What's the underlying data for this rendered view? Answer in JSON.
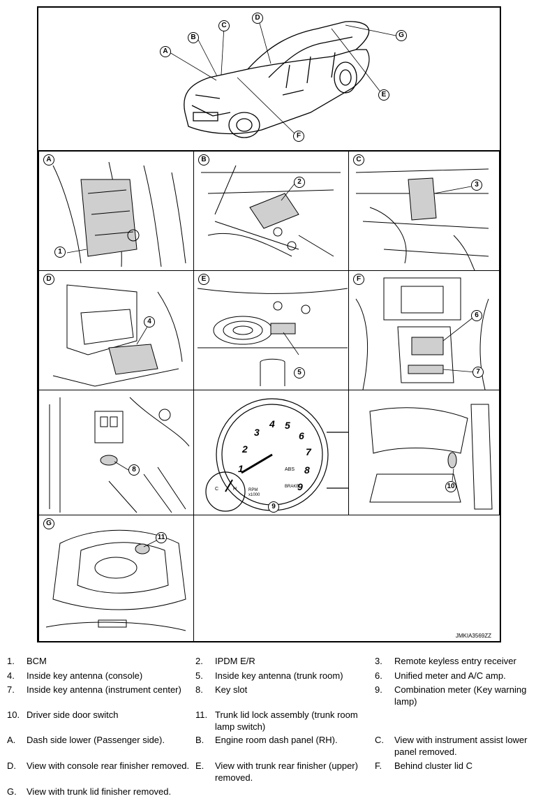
{
  "figure": {
    "code": "JMKIA3569ZZ",
    "car_callouts": [
      "A",
      "B",
      "C",
      "D",
      "E",
      "F",
      "G"
    ],
    "panels": [
      {
        "tag": "A",
        "callouts": [
          "1"
        ]
      },
      {
        "tag": "B",
        "callouts": [
          "2"
        ]
      },
      {
        "tag": "C",
        "callouts": [
          "3"
        ]
      },
      {
        "tag": "D",
        "callouts": [
          "4"
        ]
      },
      {
        "tag": "E",
        "callouts": [
          "5"
        ]
      },
      {
        "tag": "F",
        "callouts": [
          "6",
          "7"
        ]
      },
      {
        "tag": "",
        "callouts": [
          "8"
        ]
      },
      {
        "tag": "",
        "callouts": [
          "9"
        ]
      },
      {
        "tag": "",
        "callouts": [
          "10"
        ]
      },
      {
        "tag": "G",
        "callouts": [
          "11"
        ]
      }
    ],
    "meter_labels": {
      "numbers": [
        "1",
        "2",
        "3",
        "4",
        "5",
        "6",
        "7",
        "8",
        "9"
      ],
      "rpm": "RPM x1000",
      "abs": "ABS",
      "brake": "BRAKE",
      "temp_h": "H",
      "temp_c": "C"
    }
  },
  "legend": [
    {
      "num": "1.",
      "text": "BCM"
    },
    {
      "num": "2.",
      "text": "IPDM E/R"
    },
    {
      "num": "3.",
      "text": "Remote keyless entry receiver"
    },
    {
      "num": "4.",
      "text": "Inside key antenna (console)"
    },
    {
      "num": "5.",
      "text": "Inside key antenna (trunk room)"
    },
    {
      "num": "6.",
      "text": "Unified meter and A/C amp."
    },
    {
      "num": "7.",
      "text": "Inside key antenna (instrument center)"
    },
    {
      "num": "8.",
      "text": "Key slot"
    },
    {
      "num": "9.",
      "text": "Combination meter (Key warning lamp)"
    },
    {
      "num": "10.",
      "text": "Driver side door switch"
    },
    {
      "num": "11.",
      "text": "Trunk lid lock assembly (trunk room lamp switch)"
    },
    {
      "num": "A.",
      "text": "Dash side lower (Passenger side)."
    },
    {
      "num": "B.",
      "text": "Engine room dash panel (RH)."
    },
    {
      "num": "C.",
      "text": "View with instrument assist lower panel removed."
    },
    {
      "num": "D.",
      "text": "View with console rear finisher removed."
    },
    {
      "num": "E.",
      "text": "View with trunk rear finisher (upper) removed."
    },
    {
      "num": "F.",
      "text": "Behind cluster lid C"
    },
    {
      "num": "G.",
      "text": "View with trunk lid finisher removed."
    }
  ]
}
